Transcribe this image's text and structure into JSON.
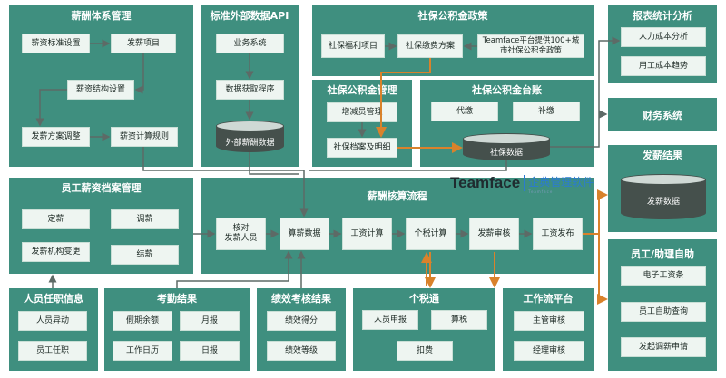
{
  "salary_system": {
    "title": "薪酬体系管理",
    "nodes": [
      "薪资标准设置",
      "发薪项目",
      "薪资结构设置",
      "发薪方案调整",
      "薪资计算规则"
    ]
  },
  "api": {
    "title": "标准外部数据API",
    "nodes": [
      "业务系统",
      "数据获取程序"
    ],
    "db_label": "外部薪酬数据"
  },
  "social_policy": {
    "title": "社保公积金政策",
    "nodes": [
      "社保福利项目",
      "社保缴费方案",
      "Teamface平台提供100+城\n市社保公积金政策"
    ]
  },
  "social_mgmt": {
    "title": "社保公积金管理",
    "nodes": [
      "增减员管理",
      "社保档案及明细"
    ]
  },
  "social_ledger": {
    "title": "社保公积金台账",
    "nodes": [
      "代缴",
      "补缴"
    ],
    "db_label": "社保数据"
  },
  "reports": {
    "title": "报表统计分析",
    "nodes": [
      "人力成本分析",
      "用工成本趋势"
    ]
  },
  "finance": {
    "title": "财务系统"
  },
  "pay_result": {
    "title": "发薪结果",
    "db_label": "发薪数据"
  },
  "employee_files": {
    "title": "员工薪资档案管理",
    "nodes": [
      "定薪",
      "调薪",
      "发薪机构变更",
      "结薪"
    ]
  },
  "payroll_flow": {
    "title": "薪酬核算流程",
    "nodes": [
      "核对\n发薪人员",
      "算薪数据",
      "工资计算",
      "个税计算",
      "发薪审核",
      "工资发布"
    ]
  },
  "self_service": {
    "title": "员工/助理自助",
    "nodes": [
      "电子工资条",
      "员工自助查询",
      "发起调薪申请"
    ]
  },
  "hr_info": {
    "title": "人员任职信息",
    "nodes": [
      "人员异动",
      "员工任职"
    ]
  },
  "attendance": {
    "title": "考勤结果",
    "nodes": [
      "假期余额",
      "月报",
      "工作日历",
      "日报"
    ]
  },
  "performance": {
    "title": "绩效考核结果",
    "nodes": [
      "绩效得分",
      "绩效等级"
    ]
  },
  "tax": {
    "title": "个税通",
    "nodes": [
      "人员申报",
      "算税",
      "扣费"
    ]
  },
  "workflow": {
    "title": "工作流平台",
    "nodes": [
      "主管审核",
      "经理审核"
    ]
  },
  "brand": {
    "name": "Teamface",
    "subtitle": "企典管理软件",
    "small": "Teamface"
  },
  "colors": {
    "panel": "#3f8f7f",
    "node": "#eef5f1",
    "arrow_orange": "#d9822b",
    "arrow_gray": "#5d6a66"
  }
}
